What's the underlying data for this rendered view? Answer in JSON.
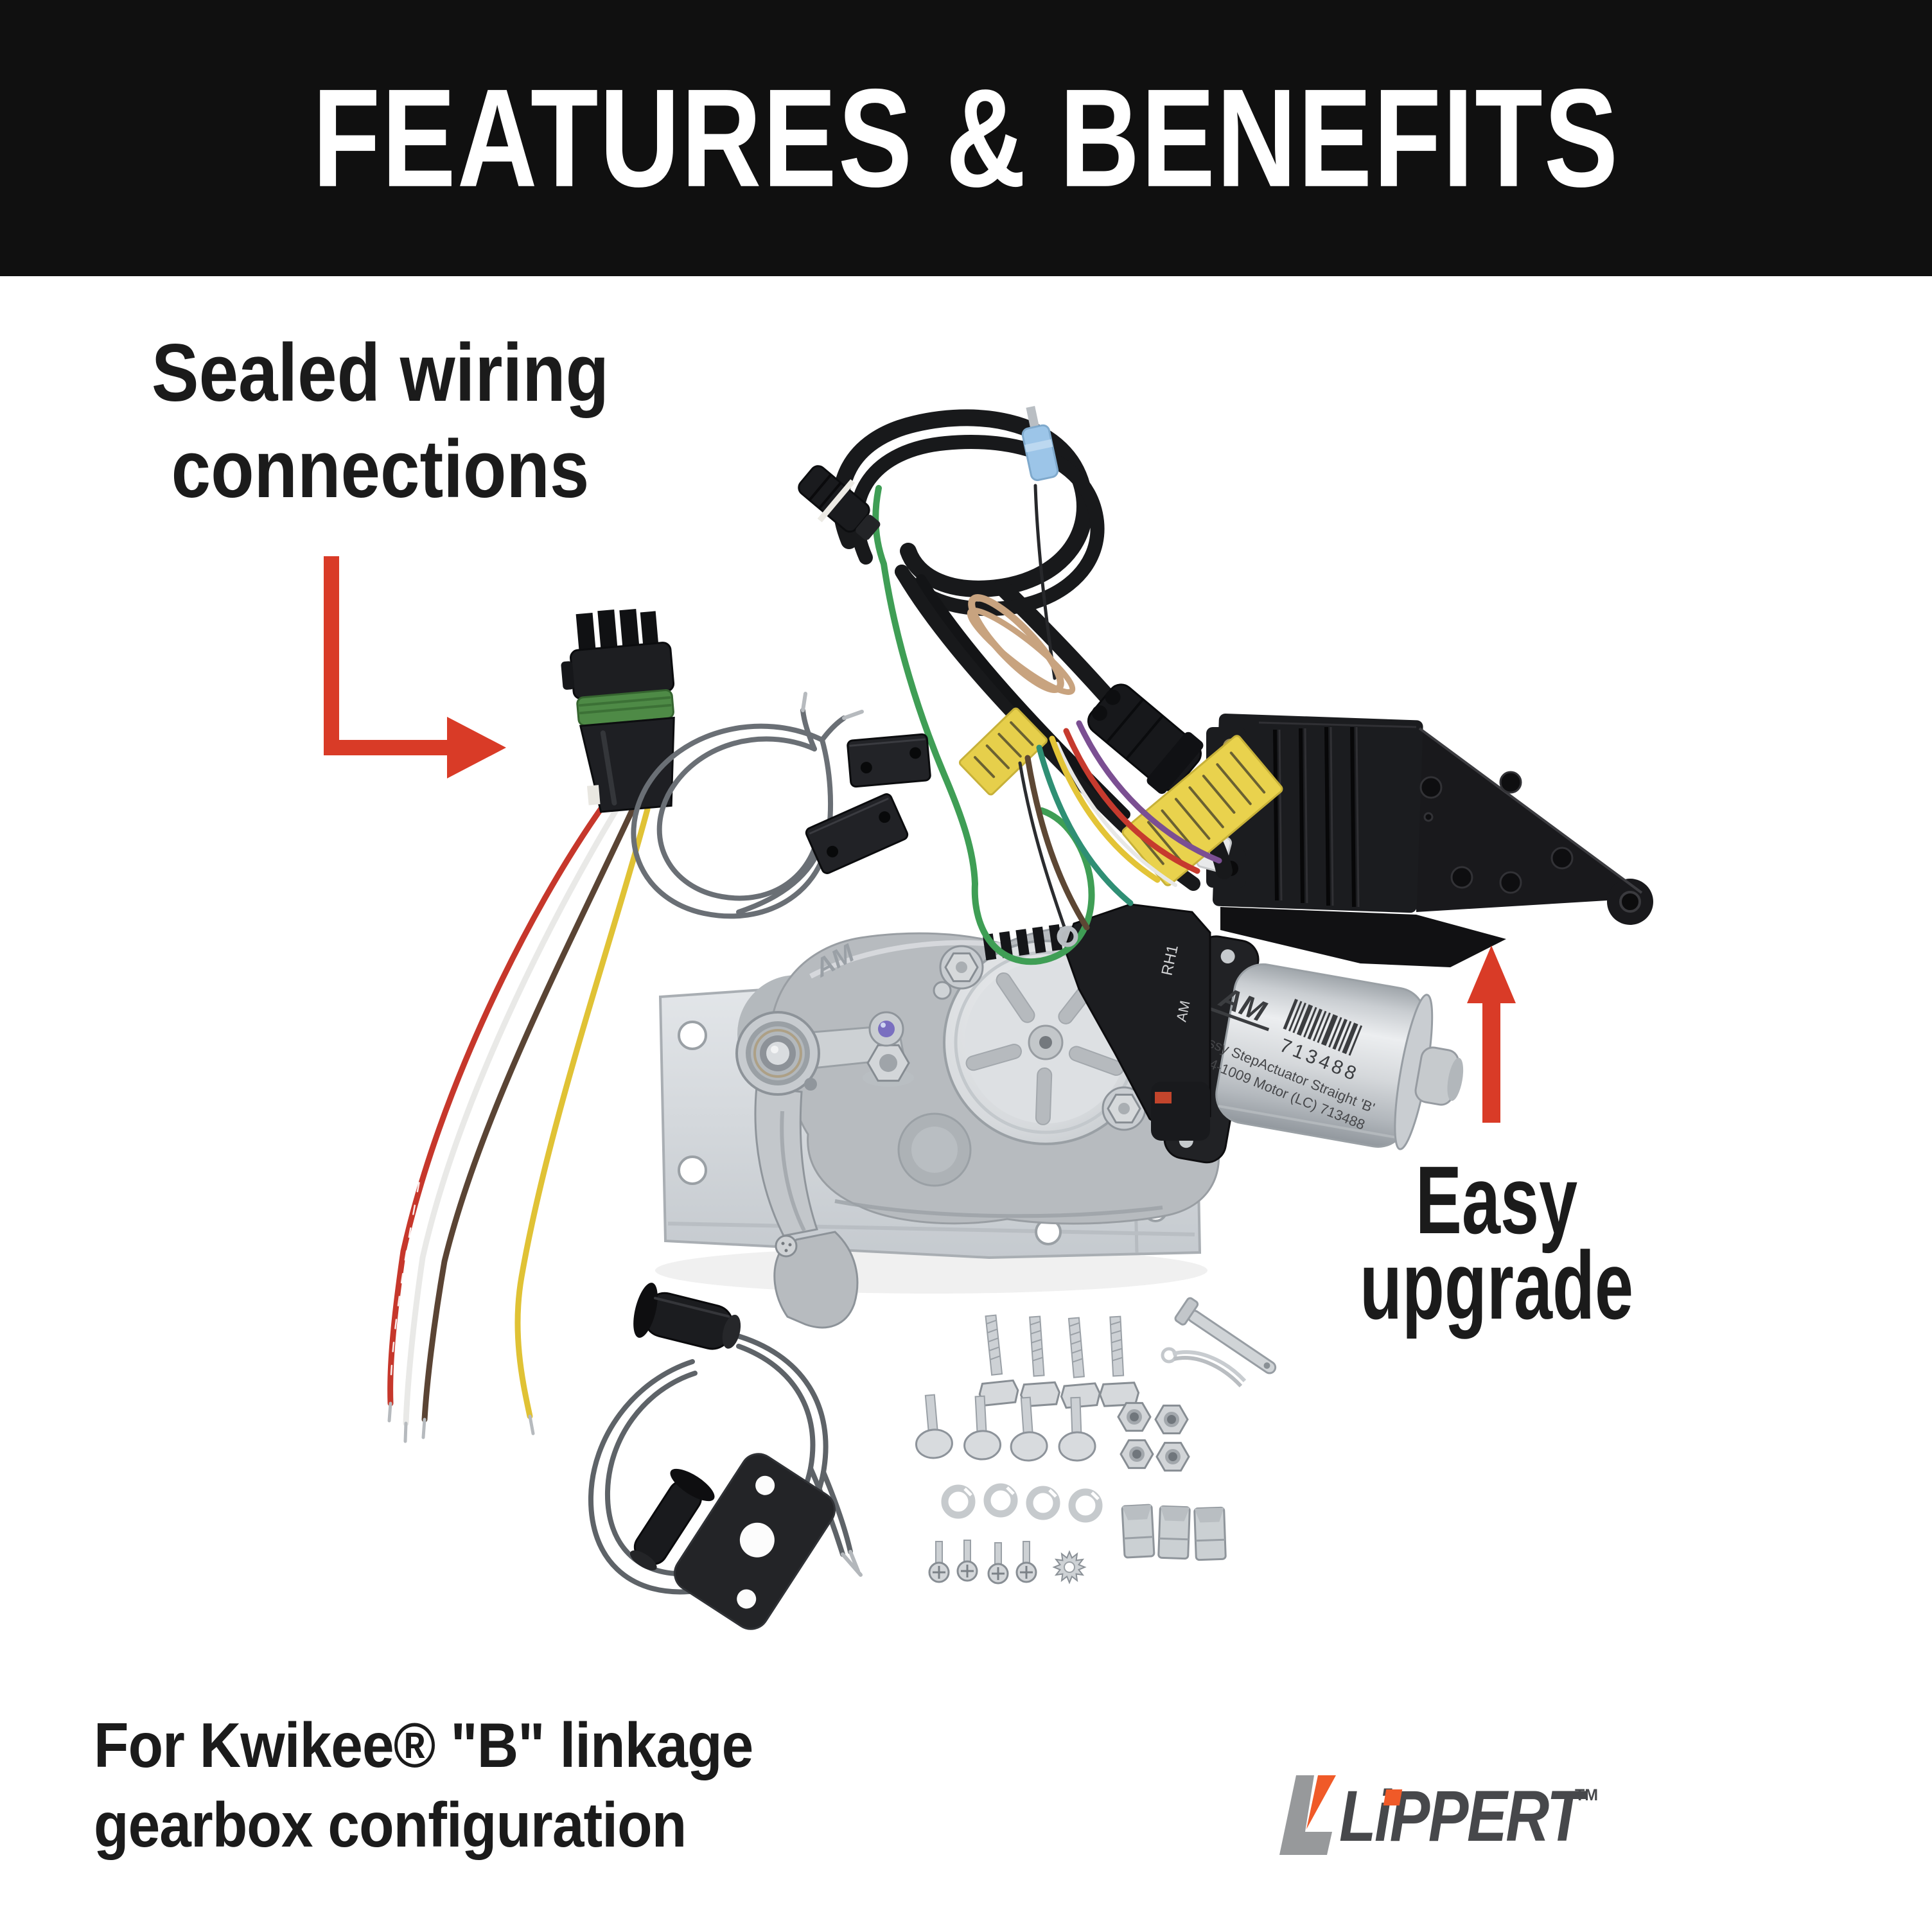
{
  "banner": {
    "title": "FEATURES & BENEFITS",
    "bg": "#101010",
    "text_color": "#ffffff"
  },
  "callouts": {
    "sealed": {
      "line1": "Sealed wiring",
      "line2": "connections"
    },
    "easy": {
      "line1": "Easy",
      "line2": "upgrade"
    },
    "arrow_color": "#d93b27"
  },
  "footnote": {
    "line1": "For Kwikee® \"B\" linkage",
    "line2": "gearbox configuration"
  },
  "brand": {
    "name": "LiPPERT",
    "tm": "TM",
    "orange": "#f05a28",
    "mark_gray": "#97999b",
    "word_color": "#47484b"
  },
  "photo": {
    "motor_label": {
      "logo": "AM",
      "barcode_number": "713488",
      "line1": "Assy StepActuator Straight 'B'",
      "line2": "214-1009 Motor (LC) 713488"
    },
    "motor_connector": {
      "marking1": "RH1",
      "marking2": "AM"
    },
    "gearbox_casting_logo": "AM"
  }
}
